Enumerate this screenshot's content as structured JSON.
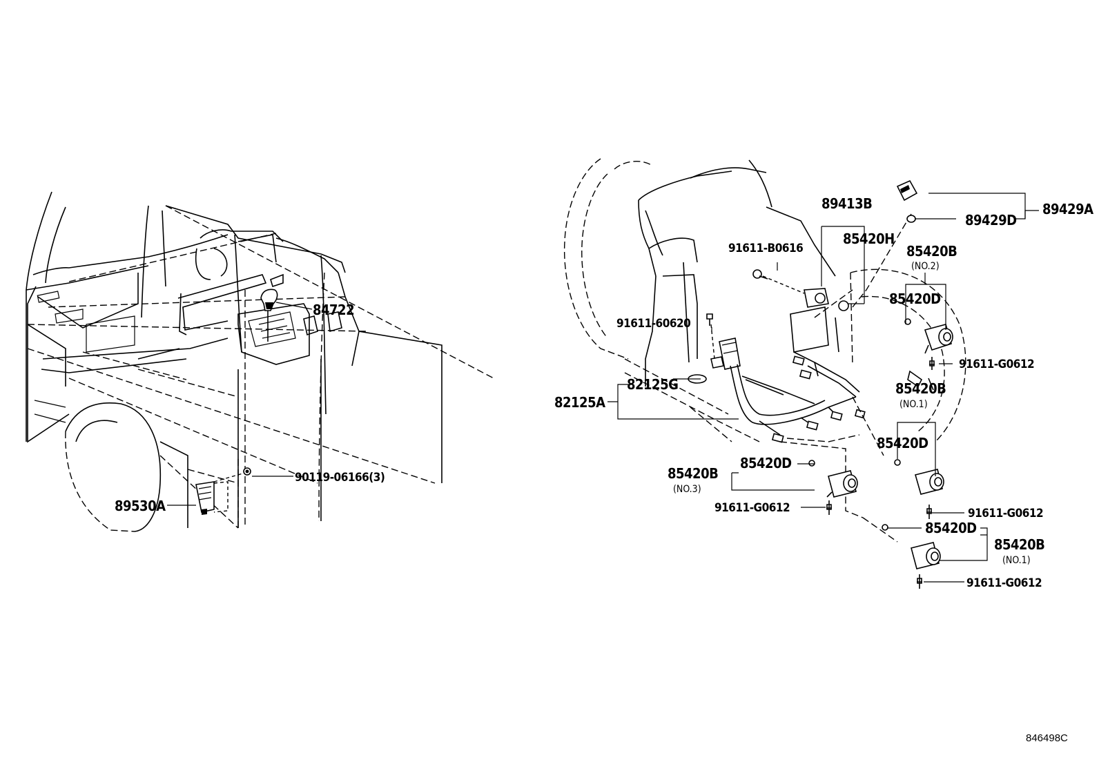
{
  "labels": {
    "p84722": "84722",
    "p90119": "90119-06166(3)",
    "p89530A": "89530A",
    "p89413B": "89413B",
    "p85420H": "85420H",
    "p91611_B0616": "91611-B0616",
    "p91611_60620": "91611-60620",
    "p82125G": "82125G",
    "p82125A": "82125A",
    "p89429A": "89429A",
    "p89429D": "89429D",
    "p85420B_no2": "85420B",
    "no2": "(NO.2)",
    "p85420D_a": "85420D",
    "p91611_G0612_a": "91611-G0612",
    "p85420B_no1a": "85420B",
    "no1a": "(NO.1)",
    "p85420D_b": "85420D",
    "p85420B_no3": "85420B",
    "no3": "(NO.3)",
    "p85420D_c": "85420D",
    "p91611_G0612_b": "91611-G0612",
    "p91611_G0612_c": "91611-G0612",
    "p85420D_d": "85420D",
    "p85420B_no1b": "85420B",
    "no1b": "(NO.1)",
    "p91611_G0612_d": "91611-G0612"
  },
  "figure_id": "846498C"
}
